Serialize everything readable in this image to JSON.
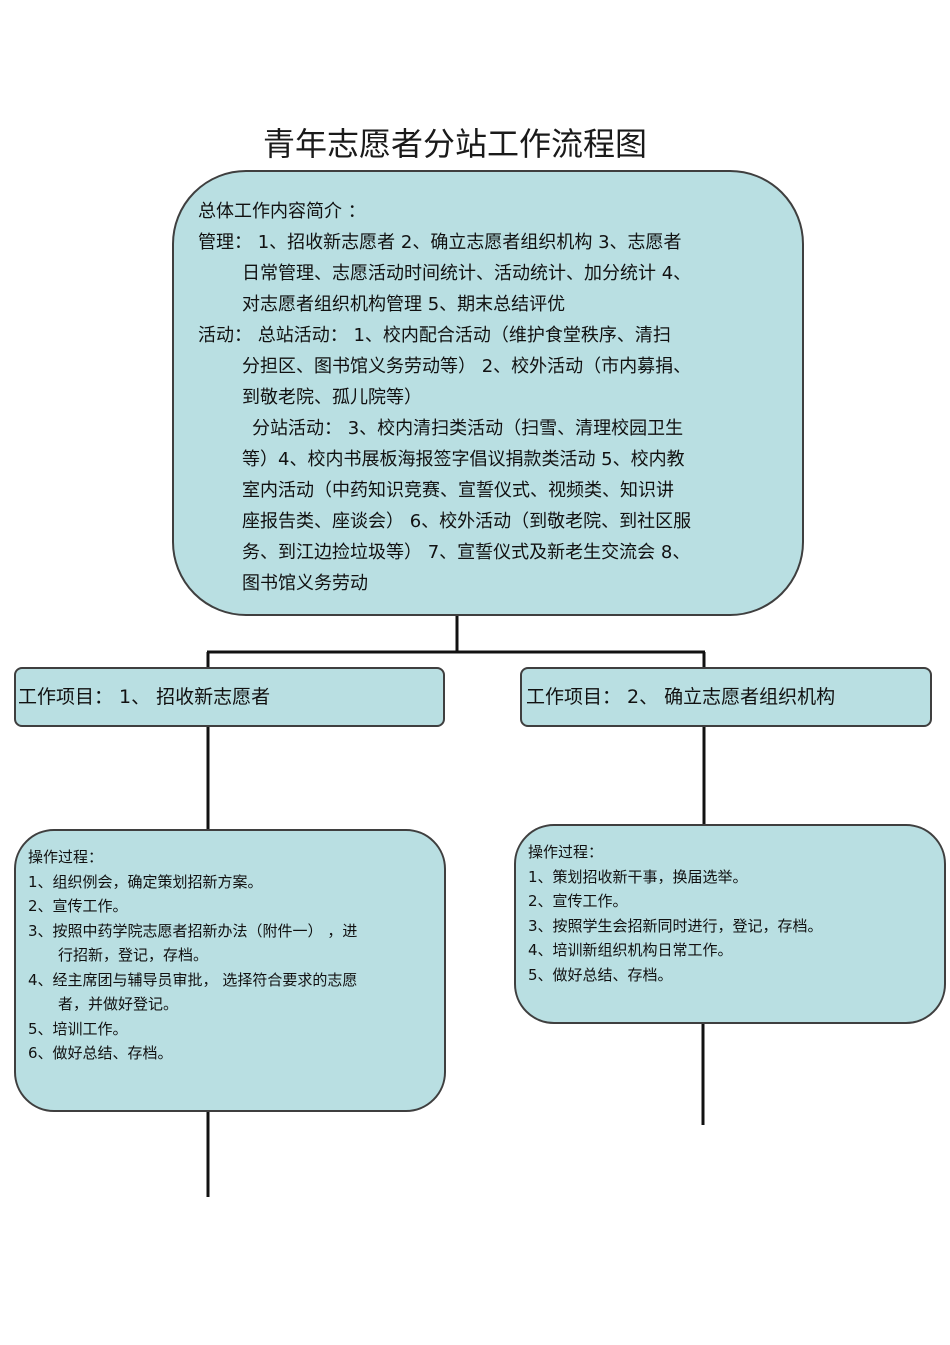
{
  "title": "青年志愿者分站工作流程图",
  "colors": {
    "box_fill": "#b9dfe2",
    "box_border": "#3f3f3f",
    "connector": "#111111"
  },
  "summary": {
    "heading": "总体工作内容简介 ：",
    "lines": [
      "管理：  1、招收新志愿者    2、确立志愿者组织机构    3、志愿者",
      "日常管理、志愿活动时间统计、活动统计、加分统计       4、",
      "对志愿者组织机构管理    5、期末总结评优",
      "活动：  总站活动：    1、校内配合活动（维护食堂秩序、清扫",
      "分担区、图书馆义务劳动等）    2、校外活动（市内募捐、",
      "到敬老院、孤儿院等）",
      "分站活动：  3、校内清扫类活动（扫雪、清理校园卫生",
      "等）4、校内书展板海报签字倡议捐款类活动     5、校内教",
      "室内活动（中药知识竞赛、宣誓仪式、视频类、知识讲",
      "座报告类、座谈会）  6、校外活动（到敬老院、到社区服",
      "务、到江边捡垃圾等）   7、宣誓仪式及新老生交流会    8、",
      "图书馆义务劳动"
    ]
  },
  "projects": [
    {
      "label": "工作项目：   1、 招收新志愿者",
      "process_heading": "操作过程：",
      "steps": [
        "1、组织例会，确定策划招新方案。",
        "2、宣传工作。",
        "3、按照中药学院志愿者招新办法（附件一）    ，进",
        "行招新，登记，存档。",
        "4、经主席团与辅导员审批，  选择符合要求的志愿",
        "者，并做好登记。",
        "5、培训工作。",
        "6、做好总结、存档。"
      ]
    },
    {
      "label": "工作项目：   2、 确立志愿者组织机构",
      "process_heading": "操作过程：",
      "steps": [
        "1、策划招收新干事，换届选举。",
        "2、宣传工作。",
        "3、按照学生会招新同时进行，登记，存档。",
        "4、培训新组织机构日常工作。",
        "5、做好总结、存档。"
      ]
    }
  ]
}
